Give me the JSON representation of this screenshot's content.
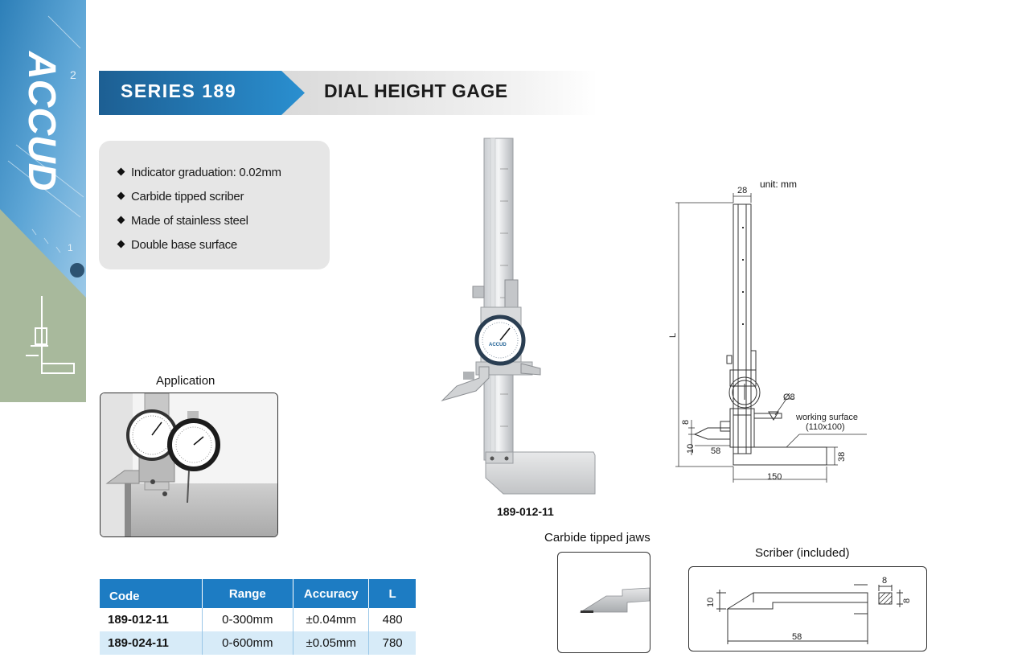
{
  "brand": {
    "logo_text": "ACCUD"
  },
  "header": {
    "series": "SERIES 189",
    "title": "DIAL HEIGHT GAGE"
  },
  "features": [
    "Indicator graduation: 0.02mm",
    "Carbide tipped scriber",
    "Made of stainless steel",
    "Double base surface"
  ],
  "application": {
    "label": "Application"
  },
  "table": {
    "headers": [
      "Code",
      "Range",
      "Accuracy",
      "L"
    ],
    "rows": [
      {
        "code": "189-012-11",
        "range": "0-300mm",
        "accuracy": "±0.04mm",
        "l": "480"
      },
      {
        "code": "189-024-11",
        "range": "0-600mm",
        "accuracy": "±0.05mm",
        "l": "780"
      }
    ]
  },
  "product": {
    "model": "189-012-11",
    "dial_brand": "ACCUD"
  },
  "drawing": {
    "unit": "unit: mm",
    "dim_top": "28",
    "dim_l": "L",
    "dim_dia": "Ø8",
    "working_surface": "working surface",
    "working_surface_size": "(110x100)",
    "dim_8": "8",
    "dim_10": "10",
    "dim_58": "58",
    "dim_38": "38",
    "dim_150": "150"
  },
  "jaws": {
    "label": "Carbide tipped jaws"
  },
  "scriber": {
    "label": "Scriber (included)",
    "dim_10": "10",
    "dim_8_top": "8",
    "dim_8_side": "8",
    "dim_58": "58"
  },
  "colors": {
    "accent_blue": "#1d7cc3",
    "strip_green": "#a8b99c",
    "header_dark": "#1b1b1b"
  }
}
